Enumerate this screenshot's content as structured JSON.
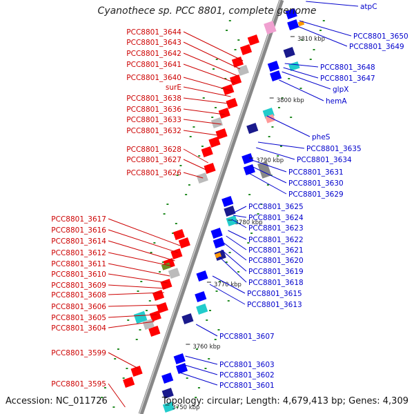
{
  "title": "Cyanothece sp. PCC 8801, complete genome",
  "footer": {
    "accession": "Accession: NC_011726",
    "topology": "Topology: circular; Length: 4,679,413 bp; Genes: 4,309"
  },
  "colors": {
    "forward_label": "#cc0000",
    "reverse_label": "#0000cc",
    "forward_gene": "#ff0000",
    "reverse_gene": "#0000ff",
    "backbone": "#888888",
    "gc_ticks": "#228b22"
  },
  "kbp_marks": [
    {
      "label": "3810 kbp"
    },
    {
      "label": "3800 kbp"
    },
    {
      "label": "3790 kbp"
    },
    {
      "label": "3780 kbp"
    },
    {
      "label": "3770 kbp"
    },
    {
      "label": "3760 kbp"
    },
    {
      "label": "3750 kbp"
    }
  ],
  "left_labels": [
    "PCC8801_3644",
    "PCC8801_3643",
    "PCC8801_3642",
    "PCC8801_3641",
    "PCC8801_3640",
    "surE",
    "PCC8801_3638",
    "PCC8801_3636",
    "PCC8801_3633",
    "PCC8801_3632",
    "PCC8801_3628",
    "PCC8801_3627",
    "PCC8801_3626",
    "PCC8801_3617",
    "PCC8801_3616",
    "PCC8801_3614",
    "PCC8801_3612",
    "PCC8801_3611",
    "PCC8801_3610",
    "PCC8801_3609",
    "PCC8801_3608",
    "PCC8801_3606",
    "PCC8801_3605",
    "PCC8801_3604",
    "PCC8801_3599",
    "PCC8801_3595"
  ],
  "right_labels": [
    "atpC",
    "PCC8801_3650",
    "PCC8801_3649",
    "PCC8801_3648",
    "PCC8801_3647",
    "glpX",
    "hemA",
    "pheS",
    "PCC8801_3635",
    "PCC8801_3634",
    "PCC8801_3631",
    "PCC8801_3630",
    "PCC8801_3629",
    "PCC8801_3625",
    "PCC8801_3624",
    "PCC8801_3623",
    "PCC8801_3622",
    "PCC8801_3621",
    "PCC8801_3620",
    "PCC8801_3619",
    "PCC8801_3618",
    "PCC8801_3615",
    "PCC8801_3613",
    "PCC8801_3607",
    "PCC8801_3603",
    "PCC8801_3602",
    "PCC8801_3601"
  ]
}
